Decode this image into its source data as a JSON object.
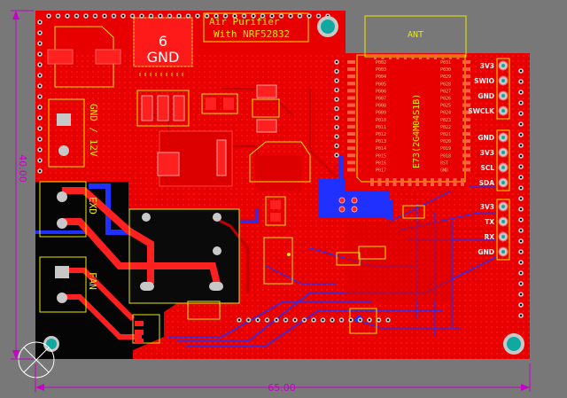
{
  "board": {
    "title_line1": "Air Purifier",
    "title_line2": "With NRF52832",
    "module_label": "E73(2G4M04S1B)",
    "antenna_label": "ANT",
    "dim_width": "65.00",
    "dim_height": "40.00"
  },
  "pads": {
    "gnd_number": "6",
    "gnd_label": "GND"
  },
  "connectors": {
    "power": "GND / 12V",
    "exd": "EXD",
    "fan": "FAN"
  },
  "headers": {
    "swd": [
      "3V3",
      "SWIO",
      "GND",
      "SWCLK"
    ],
    "i2c": [
      "GND",
      "3V3",
      "SCL",
      "SDA"
    ],
    "uart": [
      "3V3",
      "TX",
      "RX",
      "GND"
    ]
  },
  "module_pins_left": [
    "P002",
    "P003",
    "P004",
    "P005",
    "P006",
    "P007",
    "P008",
    "P009",
    "P010",
    "P011",
    "P012",
    "P013",
    "P014",
    "P015",
    "P016",
    "P017"
  ],
  "module_pins_right": [
    "P031",
    "P030",
    "P029",
    "P028",
    "P027",
    "P026",
    "P025",
    "P024",
    "P023",
    "P022",
    "P021",
    "P020",
    "P019",
    "P018",
    "RST",
    "GND"
  ],
  "colors": {
    "background": "#787878",
    "copper_top": "#e80000",
    "copper_bottom": "#2020e0",
    "silkscreen": "#e8e800",
    "dimension": "#c800c8",
    "keepout": "#000000",
    "pad": "#c8c8c8",
    "hole": "#10a8a0"
  }
}
